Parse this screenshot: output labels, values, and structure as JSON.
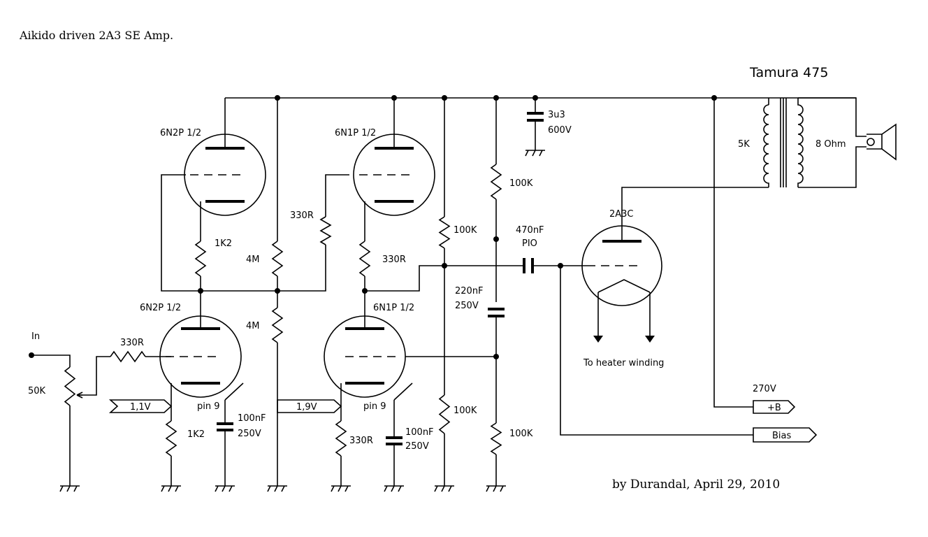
{
  "title": "Aikido driven 2A3 SE Amp.",
  "credit": "by Durandal, April 29, 2010",
  "transformer": {
    "name": "Tamura 475",
    "primary": "5K",
    "secondary": "8 Ohm"
  },
  "tubes": {
    "v1_top": "6N2P 1/2",
    "v1_bottom": "6N2P 1/2",
    "v2_top": "6N1P 1/2",
    "v2_bottom": "6N1P 1/2",
    "output": "2A3C",
    "pin9_a": "pin 9",
    "pin9_b": "pin 9"
  },
  "components": {
    "r_input_grid": "330R",
    "pot_input": "50K",
    "r_v1_top_cathode": "1K2",
    "r_v1_bottom_cathode": "1K2",
    "r_divider_top": "4M",
    "r_divider_bottom": "4M",
    "r_v2_grid": "330R",
    "r_v2_top_cathode": "330R",
    "r_v2_bottom_cathode": "330R",
    "r_100k_left_top": "100K",
    "r_100k_left_bottom": "100K",
    "r_100k_right_top": "100K",
    "r_100k_right_bottom": "100K",
    "c_bypass_a_value": "100nF",
    "c_bypass_a_voltage": "250V",
    "c_bypass_b_value": "100nF",
    "c_bypass_b_voltage": "250V",
    "c_supply_value": "3u3",
    "c_supply_voltage": "600V",
    "c_coupling_value": "470nF",
    "c_coupling_type": "PIO",
    "c_mid_value": "220nF",
    "c_mid_voltage": "250V"
  },
  "signals": {
    "input": "In",
    "v1_voltage": "1,1V",
    "v2_voltage": "1,9V",
    "b_plus": "+B",
    "b_plus_voltage": "270V",
    "bias": "Bias",
    "heater": "To heater winding"
  }
}
